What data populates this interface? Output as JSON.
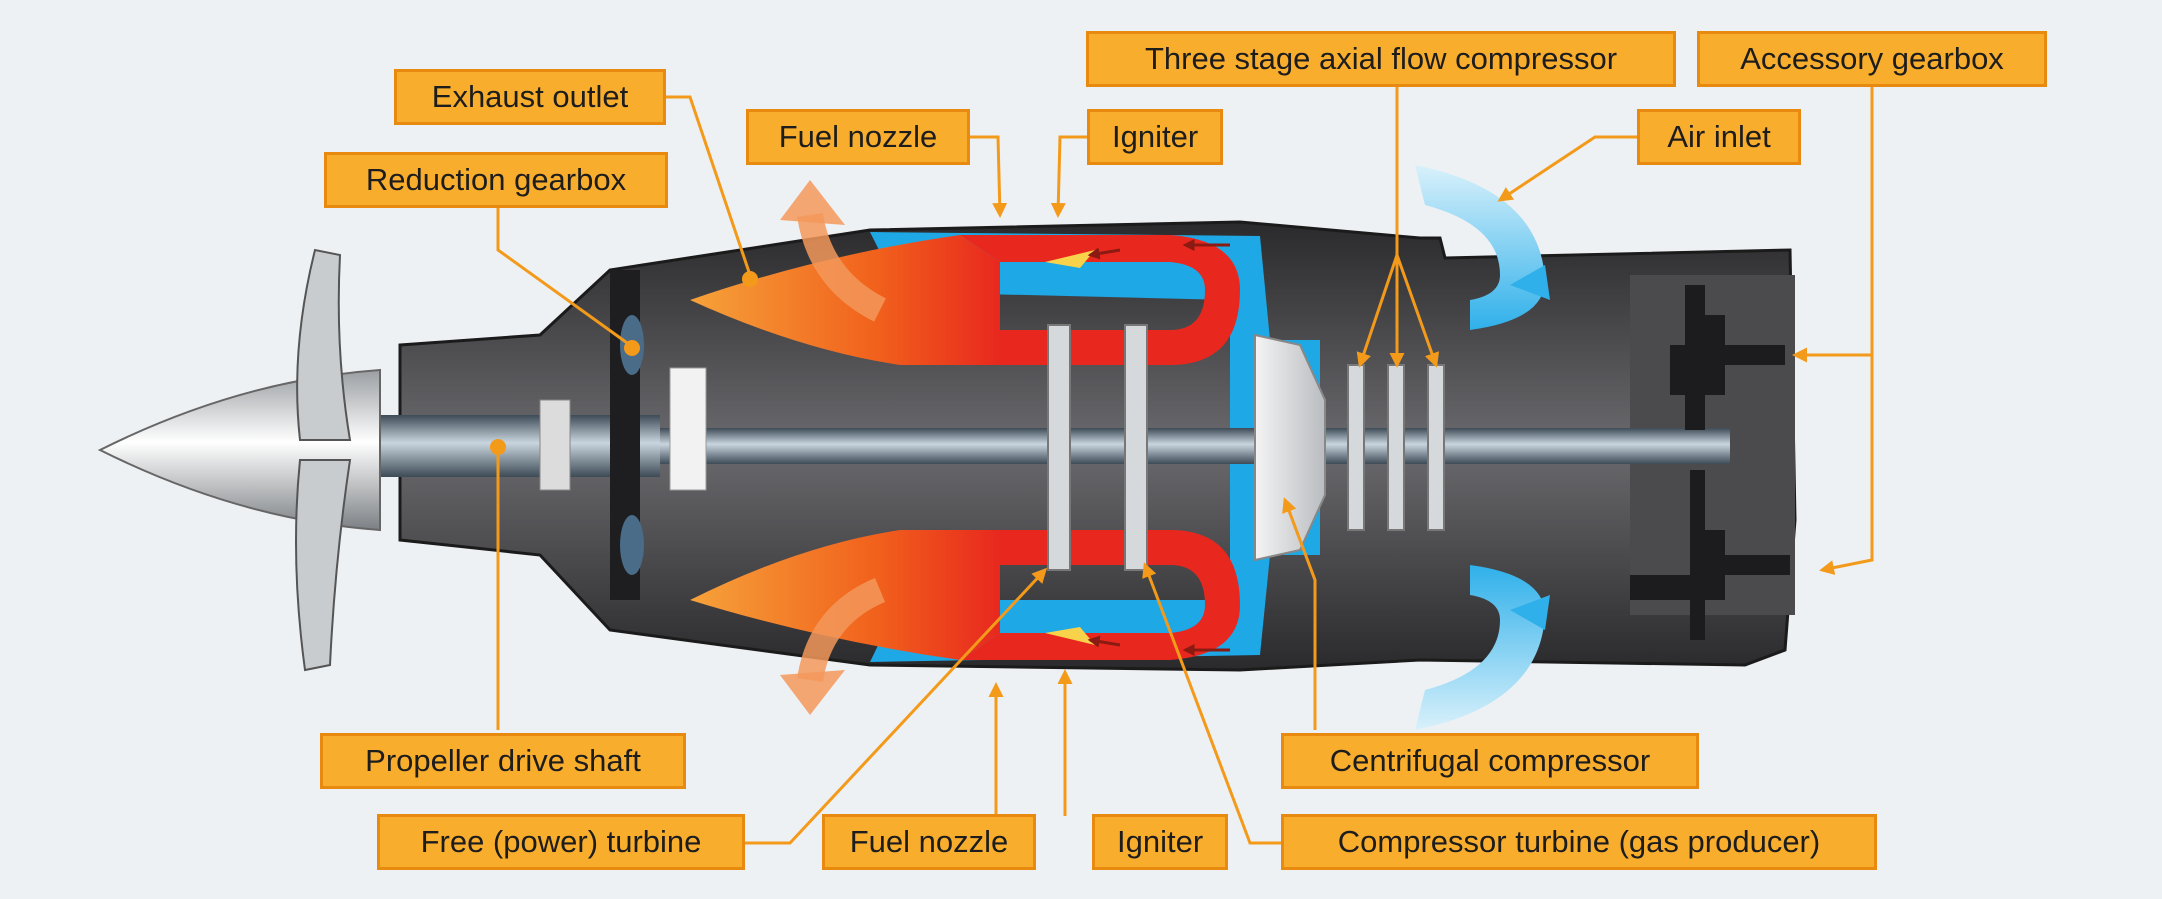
{
  "labels": {
    "exhaust_outlet": "Exhaust outlet",
    "reduction_gearbox": "Reduction gearbox",
    "fuel_nozzle_top": "Fuel nozzle",
    "igniter_top": "Igniter",
    "three_stage_compressor": "Three stage axial flow compressor",
    "accessory_gearbox": "Accessory gearbox",
    "air_inlet": "Air inlet",
    "propeller_drive_shaft": "Propeller drive shaft",
    "free_power_turbine": "Free (power) turbine",
    "fuel_nozzle_bottom": "Fuel nozzle",
    "igniter_bottom": "Igniter",
    "centrifugal_compressor": "Centrifugal compressor",
    "compressor_turbine": "Compressor turbine (gas producer)"
  },
  "colors": {
    "background": "#eef1f4",
    "label_fill": "#f9ad2d",
    "label_border": "#e98a10",
    "leader_line": "#f39a1b",
    "engine_case": "#3a3a3c",
    "combustion": "#e8281e",
    "cooling_air": "#1ea8e6",
    "exhaust_gas": "#f36f1f"
  }
}
